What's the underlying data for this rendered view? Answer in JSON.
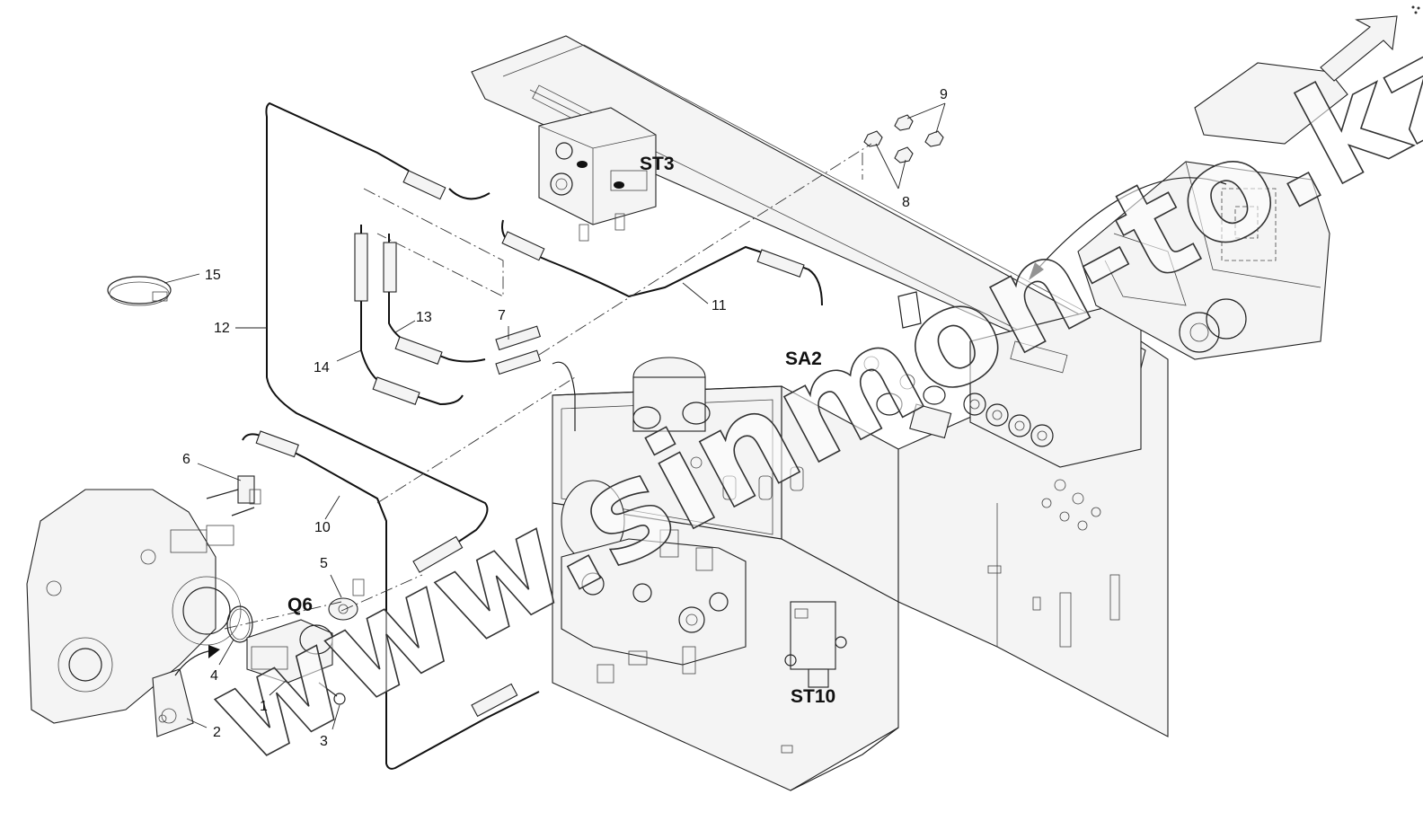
{
  "callouts": {
    "c1": "1",
    "c2": "2",
    "c3": "3",
    "c4": "4",
    "c5": "5",
    "c6": "6",
    "c7": "7",
    "c8": "8",
    "c9": "9",
    "c10": "10",
    "c11": "11",
    "c12": "12",
    "c13": "13",
    "c14": "14",
    "c15": "15"
  },
  "references": {
    "st3": "ST3",
    "st10": "ST10",
    "sa2": "SA2",
    "q6": "Q6"
  },
  "watermark": "www.sinmon-to.kz",
  "colors": {
    "line": "#222222",
    "background": "#ffffff"
  }
}
